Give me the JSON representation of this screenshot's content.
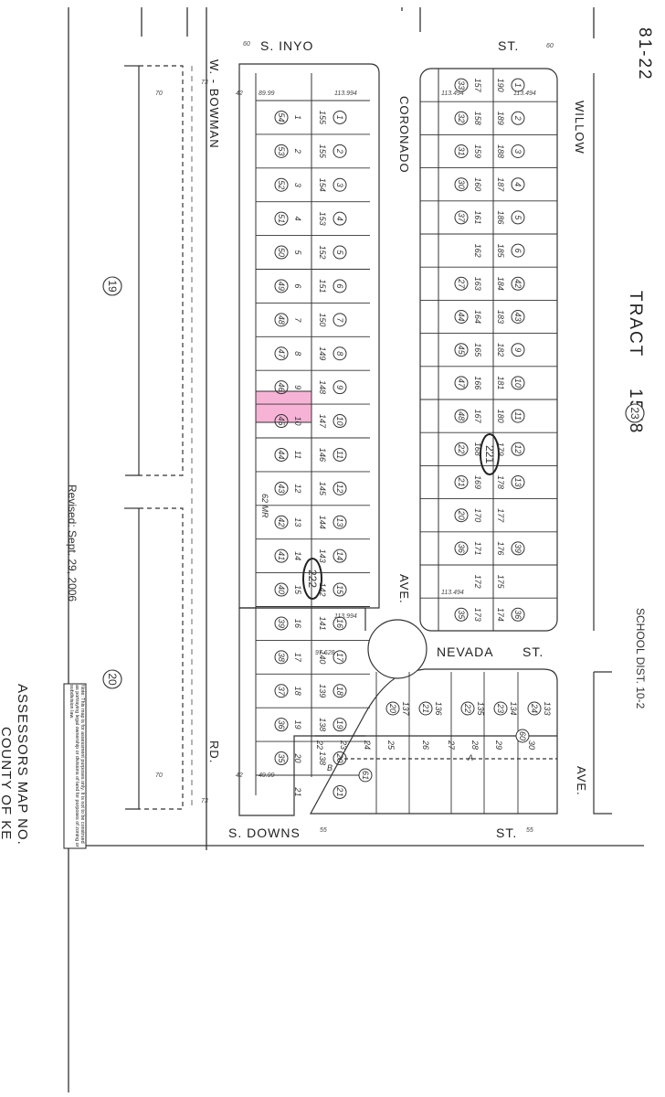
{
  "map_sheet": "81-22",
  "tract_label": "TRACT",
  "tract_number": "1578",
  "school_dist": "SCHOOL DIST. 10-2",
  "revised": "Revised: Sept. 29, 2006",
  "assessors_title": "ASSESSORS MAP NO.",
  "county": "COUNTY OF KE",
  "note": "Note: This map is for assessment purposes only. It is not to be construed as portraying legal ownership or divisions of land for purposes of zoning or subdivision law.",
  "streets": {
    "inyo": "S. INYO",
    "inyo_st": "ST.",
    "downs": "S. DOWNS",
    "downs_st": "ST.",
    "bowman": "W. - BOWMAN",
    "bowman_rd": "RD.",
    "coronado": "CORONADO",
    "coronado_ave": "AVE.",
    "willow": "WILLOW",
    "nevada": "NEVADA",
    "nevada_st": "ST.",
    "ave_right": "AVE."
  },
  "circles": {
    "c19": "19",
    "c20": "20",
    "c23": "23",
    "c221": "221",
    "c222": "222"
  },
  "dims": {
    "d60a": "60",
    "d60b": "60",
    "d70a": "70",
    "d70b": "70",
    "d73a": "73",
    "d73b": "73",
    "d42a": "42",
    "d42b": "42",
    "d113a": "113.994",
    "d113b": "113.494",
    "d113c": "113.494",
    "d113d": "113.994",
    "d113e": "113.494",
    "d97": "97.628",
    "d55a": "55",
    "d55b": "55",
    "d8999": "89.99",
    "d4999": "49.99"
  },
  "left_block_lots": [
    {
      "num": "1",
      "apn": "54",
      "assess": "155"
    },
    {
      "num": "2",
      "apn": "53",
      "assess": "155"
    },
    {
      "num": "3",
      "apn": "52",
      "assess": "154"
    },
    {
      "num": "4",
      "apn": "51",
      "assess": "153"
    },
    {
      "num": "5",
      "apn": "50",
      "assess": "152"
    },
    {
      "num": "6",
      "apn": "49",
      "assess": "151"
    },
    {
      "num": "7",
      "apn": "48",
      "assess": "150"
    },
    {
      "num": "8",
      "apn": "47",
      "assess": "149"
    },
    {
      "num": "9",
      "apn": "46",
      "assess": "148"
    },
    {
      "num": "10",
      "apn": "45",
      "assess": "147"
    },
    {
      "num": "11",
      "apn": "44",
      "assess": "146"
    },
    {
      "num": "12",
      "apn": "43",
      "assess": "145"
    },
    {
      "num": "13",
      "apn": "42",
      "assess": "144"
    },
    {
      "num": "14",
      "apn": "41",
      "assess": "143"
    },
    {
      "num": "15",
      "apn": "40",
      "assess": "142"
    },
    {
      "num": "16",
      "apn": "39",
      "assess": "141"
    },
    {
      "num": "17",
      "apn": "38",
      "assess": "140"
    },
    {
      "num": "18",
      "apn": "37",
      "assess": "139"
    },
    {
      "num": "19",
      "apn": "36",
      "assess": "138"
    },
    {
      "num": "20",
      "apn": "35",
      "assess": "138"
    },
    {
      "num": "21",
      "apn": "",
      "assess": ""
    }
  ],
  "right_block_lots": [
    {
      "num": "1",
      "apn": "33",
      "assess": "157",
      "b": "190"
    },
    {
      "num": "2",
      "apn": "32",
      "assess": "158",
      "b": "189"
    },
    {
      "num": "3",
      "apn": "31",
      "assess": "159",
      "b": "188"
    },
    {
      "num": "4",
      "apn": "30",
      "assess": "160",
      "b": "187"
    },
    {
      "num": "5",
      "apn": "37",
      "assess": "161",
      "b": "186"
    },
    {
      "num": "6",
      "apn": "",
      "assess": "162",
      "b": "185"
    },
    {
      "num": "42",
      "apn": "27",
      "assess": "163",
      "b": "184"
    },
    {
      "num": "43",
      "apn": "44",
      "assess": "164",
      "b": "183"
    },
    {
      "num": "9",
      "apn": "45",
      "assess": "165",
      "b": "182"
    },
    {
      "num": "10",
      "apn": "47",
      "assess": "166",
      "b": "181"
    },
    {
      "num": "11",
      "apn": "48",
      "assess": "167",
      "b": "180"
    },
    {
      "num": "12",
      "apn": "22",
      "assess": "168",
      "b": "179"
    },
    {
      "num": "13",
      "apn": "21",
      "assess": "169",
      "b": "178"
    },
    {
      "num": "",
      "apn": "20",
      "assess": "170",
      "b": "177"
    },
    {
      "num": "39",
      "apn": "36",
      "assess": "171",
      "b": "176"
    },
    {
      "num": "",
      "apn": "",
      "assess": "172",
      "b": "175"
    },
    {
      "num": "36",
      "apn": "35",
      "assess": "173",
      "b": "174"
    }
  ],
  "bottom_lots": [
    {
      "num": "20",
      "val": "137"
    },
    {
      "num": "21",
      "val": "136"
    },
    {
      "num": "22",
      "val": "135"
    },
    {
      "num": "23",
      "val": "134"
    },
    {
      "num": "24",
      "val": "133"
    }
  ],
  "small_lots": [
    "22",
    "23",
    "24",
    "25",
    "26",
    "27",
    "28",
    "29",
    "30"
  ],
  "letters": {
    "a": "A",
    "b": "B"
  },
  "special": {
    "mr": "62 MR",
    "c61": "61",
    "c60": "60"
  }
}
